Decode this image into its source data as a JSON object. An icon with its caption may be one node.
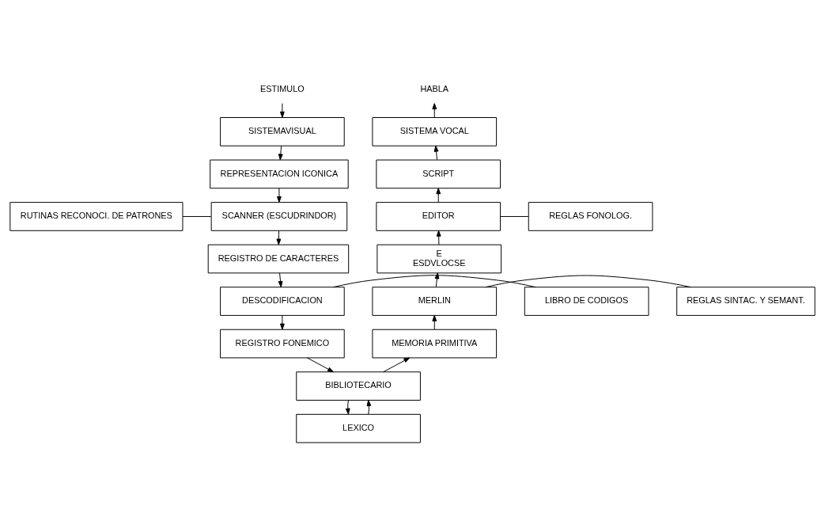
{
  "diagram": {
    "nodes": [
      {
        "text": [
          "ESTIMULO"
        ]
      },
      {
        "text": [
          "SISTEMAVISUAL"
        ]
      },
      {
        "text": [
          "REPRESENTACION ICONICA"
        ]
      },
      {
        "text": [
          "SCANNER (ESCUDRINDOR)"
        ]
      },
      {
        "text": [
          "REGISTRO DE CARACTERES"
        ]
      },
      {
        "text": [
          "DESCODIFICACION"
        ]
      },
      {
        "text": [
          "REGISTRO FONEMICO"
        ]
      },
      {
        "text": [
          "RUTINAS RECONOCI. DE PATRONES"
        ]
      },
      {
        "text": [
          "LIBRO DE CODIGOS"
        ]
      },
      {
        "text": [
          "BIBLIOTECARIO"
        ]
      },
      {
        "text": [
          "LEXICO"
        ]
      },
      {
        "text": [
          "HABLA"
        ]
      },
      {
        "text": [
          "SISTEMA VOCAL"
        ]
      },
      {
        "text": [
          "SCRIPT"
        ]
      },
      {
        "text": [
          "EDITOR"
        ]
      },
      {
        "text": [
          "E",
          "ESDVLOCSE"
        ]
      },
      {
        "text": [
          "MERLIN"
        ]
      },
      {
        "text": [
          "MEMORIA PRIMITIVA"
        ]
      },
      {
        "text": [
          "REGLAS FONOLOG."
        ]
      },
      {
        "text": [
          "REGLAS SINTAC. Y SEMANT."
        ]
      }
    ],
    "edges": [
      {
        "from": 0,
        "to": 1,
        "arrow": "to"
      },
      {
        "from": 1,
        "to": 2,
        "arrow": "to"
      },
      {
        "from": 2,
        "to": 3,
        "arrow": "to"
      },
      {
        "from": 3,
        "to": 4,
        "arrow": "to"
      },
      {
        "from": 4,
        "to": 5,
        "arrow": "to"
      },
      {
        "from": 5,
        "to": 6,
        "arrow": "to"
      },
      {
        "from": 7,
        "to": 3,
        "arrow": "none"
      },
      {
        "from": 8,
        "to": 5,
        "arrow": "none"
      },
      {
        "from": 6,
        "to": 9,
        "arrow": "to"
      },
      {
        "from": 9,
        "to": 10,
        "arrow": "to"
      },
      {
        "from": 10,
        "to": 9,
        "arrow": "to"
      },
      {
        "from": 9,
        "to": 17,
        "arrow": "to"
      },
      {
        "from": 17,
        "to": 16,
        "arrow": "to"
      },
      {
        "from": 16,
        "to": 15,
        "arrow": "to"
      },
      {
        "from": 15,
        "to": 14,
        "arrow": "to"
      },
      {
        "from": 14,
        "to": 13,
        "arrow": "to"
      },
      {
        "from": 13,
        "to": 12,
        "arrow": "to"
      },
      {
        "from": 12,
        "to": 11,
        "arrow": "to"
      },
      {
        "from": 18,
        "to": 14,
        "arrow": "none"
      },
      {
        "from": 19,
        "to": 16,
        "arrow": "none"
      }
    ]
  }
}
